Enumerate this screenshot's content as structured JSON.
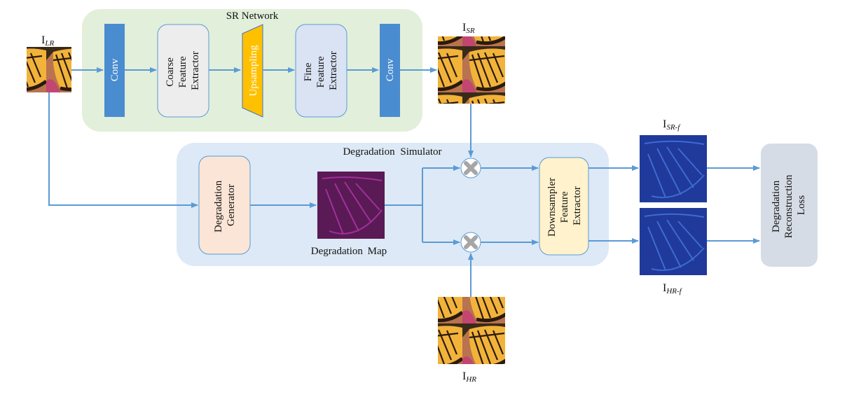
{
  "sr_network": {
    "title": "SR Network",
    "blocks": {
      "conv1": "Conv",
      "coarse": [
        "Coarse",
        "Feature",
        "Extractor"
      ],
      "upsampling": "Upsampling",
      "fine": [
        "Fine",
        "Feature",
        "Extractor"
      ],
      "conv2": "Conv"
    }
  },
  "degradation_simulator": {
    "title": "Degradation Simulator",
    "generator": [
      "Degradation",
      "Generator"
    ],
    "map_label": "Degradation Map",
    "downsampler": [
      "Downsampler",
      "Feature",
      "Extractor"
    ]
  },
  "images": {
    "lr": {
      "base": "I",
      "sub": "LR"
    },
    "sr": {
      "base": "I",
      "sub": "SR"
    },
    "hr": {
      "base": "I",
      "sub": "HR"
    },
    "sr_f": {
      "base": "I",
      "sub": "SR-f"
    },
    "hr_f": {
      "base": "I",
      "sub": "HR-f"
    }
  },
  "loss": [
    "Degradation",
    "Reconstruction",
    "Loss"
  ],
  "operators": {
    "multiply_icon": "multiply-icon"
  },
  "colors": {
    "arrow": "#5b9bd5",
    "conv": "#4a8cd0",
    "sr_bg": "#e2efda",
    "ds_bg": "#dde9f6",
    "coarse": "#ededed",
    "fine": "#dae3f3",
    "upsampling": "#ffc000",
    "generator": "#fbe5d6",
    "downsampler": "#fff2cc",
    "loss": "#d6dce5"
  }
}
